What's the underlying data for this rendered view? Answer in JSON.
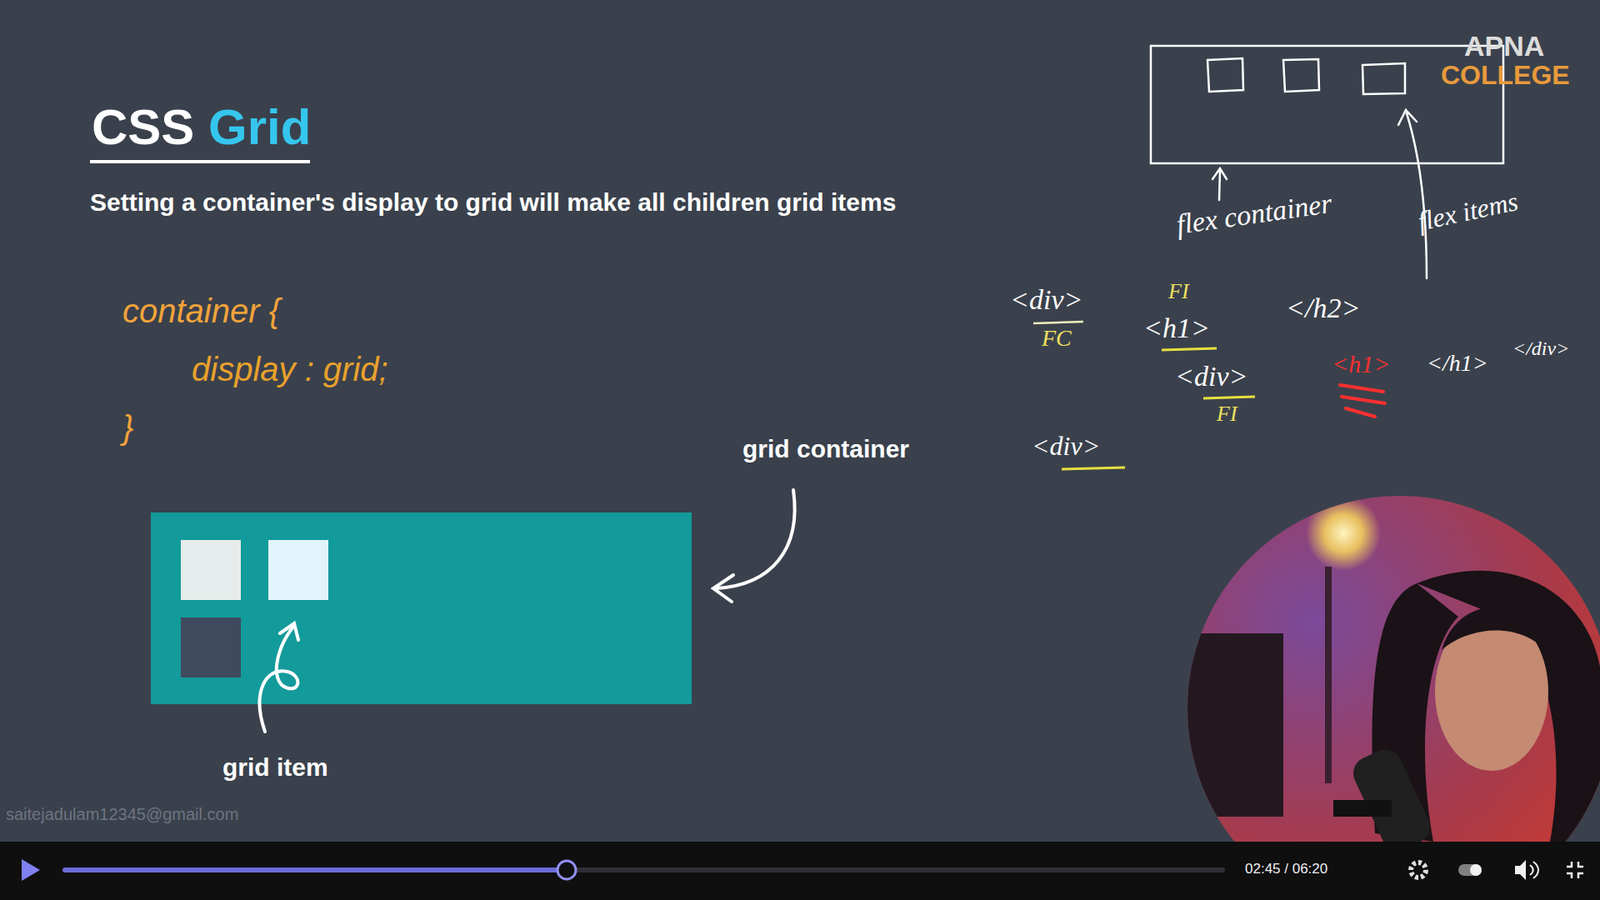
{
  "diagram": {
    "title": "CSS Grid",
    "labels": [
      "Setting a container's display to grid will make all children grid items",
      "container {",
      "display : grid;",
      "}",
      "grid container",
      "grid item",
      "flex container",
      "flex items",
      "<div>",
      "FC",
      "FI",
      "<h1>",
      "</h2>",
      "<div>",
      "FI",
      "<h1>",
      "</h1>",
      "</div>",
      "<div>",
      "saitejadulam12345@gmail.com",
      "02:45 / 06:20",
      "APNA",
      "COLLEGE"
    ]
  }
}
